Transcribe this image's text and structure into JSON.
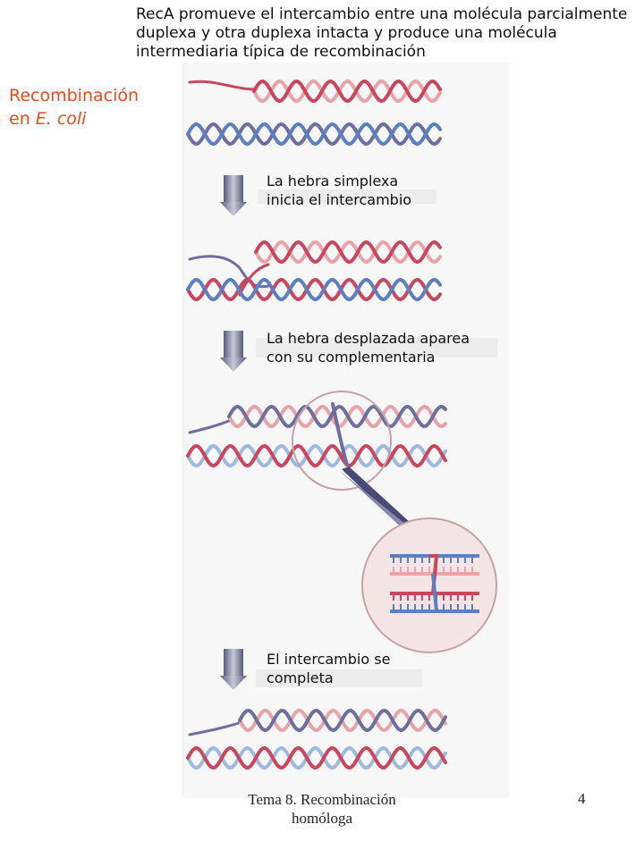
{
  "caption": "RecA promueve el intercambio entre una molécula parcialmente duplexa y otra duplexa intacta y produce una molécula intermediaria típica de recombinación",
  "title": {
    "line1": "Recombinación",
    "line2_prefix": "en ",
    "line2_italic": "E. coli"
  },
  "steps": [
    {
      "line1": "La hebra simplexa",
      "line2": "inicia el intercambio"
    },
    {
      "line1": "La hebra desplazada aparea",
      "line2": "con su complementaria"
    },
    {
      "line1": "El intercambio se",
      "line2": "completa"
    }
  ],
  "footer": {
    "line1": "Tema 8. Recombinación",
    "line2": "homóloga",
    "page_number": "4"
  },
  "colors": {
    "red_strand": "#c8475f",
    "red_light": "#e8a3a8",
    "blue_strand": "#5b7fc0",
    "blue_light": "#9fb8e0",
    "purple_strand": "#6e6f9e",
    "title_orange": "#e8491d",
    "arrow": "#7a7a96",
    "circle": "#c8a0a8"
  }
}
